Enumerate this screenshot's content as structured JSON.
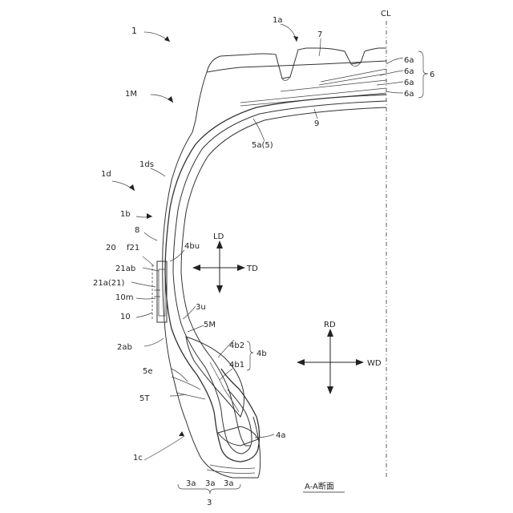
{
  "labels": {
    "tire": "1",
    "tread_face": "1a",
    "mid": "1M",
    "sidewall": "1d",
    "ds": "1ds",
    "buttress": "1b",
    "bead_region": "1c",
    "tread_rubber": "7",
    "belt_group": "6",
    "belt_a1": "6a",
    "belt_a2": "6a",
    "belt_a3": "6a",
    "belt_a4": "6a",
    "carcass_ply": "5a(5)",
    "inner_liner": "9",
    "cl": "CL",
    "n8": "8",
    "n20": "20",
    "f21": "f21",
    "n21ab": "21ab",
    "n21a": "21a(21)",
    "n10m": "10m",
    "n10": "10",
    "n2ab": "2ab",
    "n5e": "5e",
    "n5T": "5T",
    "n4bu": "4bu",
    "n3u": "3u",
    "n5M": "5M",
    "n4b2": "4b2",
    "n4b": "4b",
    "n4b1": "4b1",
    "n4a": "4a",
    "bead_a1": "3a",
    "bead_a2": "3a",
    "bead_a3": "3a",
    "bead_group": "3",
    "ld": "LD",
    "td": "TD",
    "rd": "RD",
    "wd": "WD",
    "section": "A-A断面"
  }
}
